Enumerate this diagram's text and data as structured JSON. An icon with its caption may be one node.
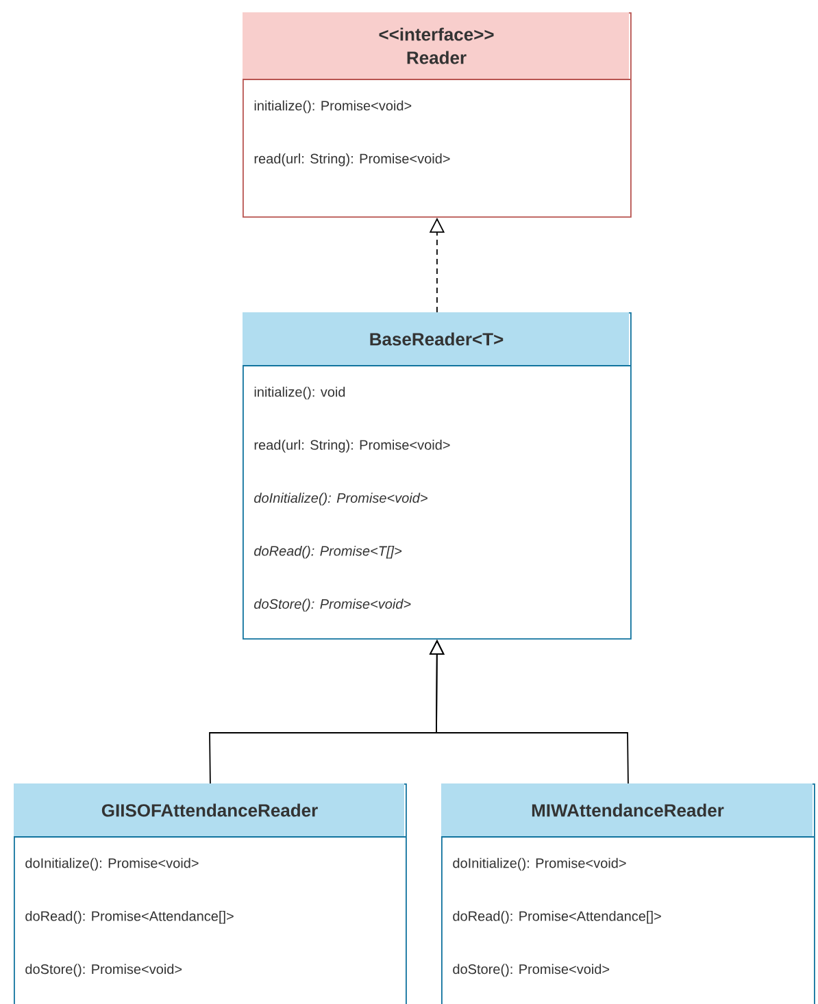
{
  "diagram": {
    "nodes": [
      {
        "text": [
          "<<interface>> Reader",
          "initialize(): Promise<void>",
          "read(url: String): Promise<void>"
        ]
      },
      {
        "text": [
          "BaseReader<T>",
          "initialize(): void",
          "read(url: String): Promise<void>",
          "doInitialize(): Promise<void>",
          "doRead(): Promise<T[]>",
          "doStore(): Promise<void>"
        ]
      },
      {
        "text": [
          "GIISOFAttendanceReader",
          "doInitialize(): Promise<void>",
          "doRead(): Promise<Attendance[]>",
          "doStore(): Promise<void>"
        ]
      },
      {
        "text": [
          "MIWAttendanceReader",
          "doInitialize(): Promise<void>",
          "doRead(): Promise<Attendance[]>",
          "doStore(): Promise<void>"
        ]
      }
    ],
    "edges": [
      {
        "from": 1,
        "to": 0,
        "arrow": "to",
        "style": "dashed"
      },
      {
        "from": 2,
        "to": 1,
        "arrow": "to"
      },
      {
        "from": 3,
        "to": 1,
        "arrow": "to"
      }
    ]
  }
}
